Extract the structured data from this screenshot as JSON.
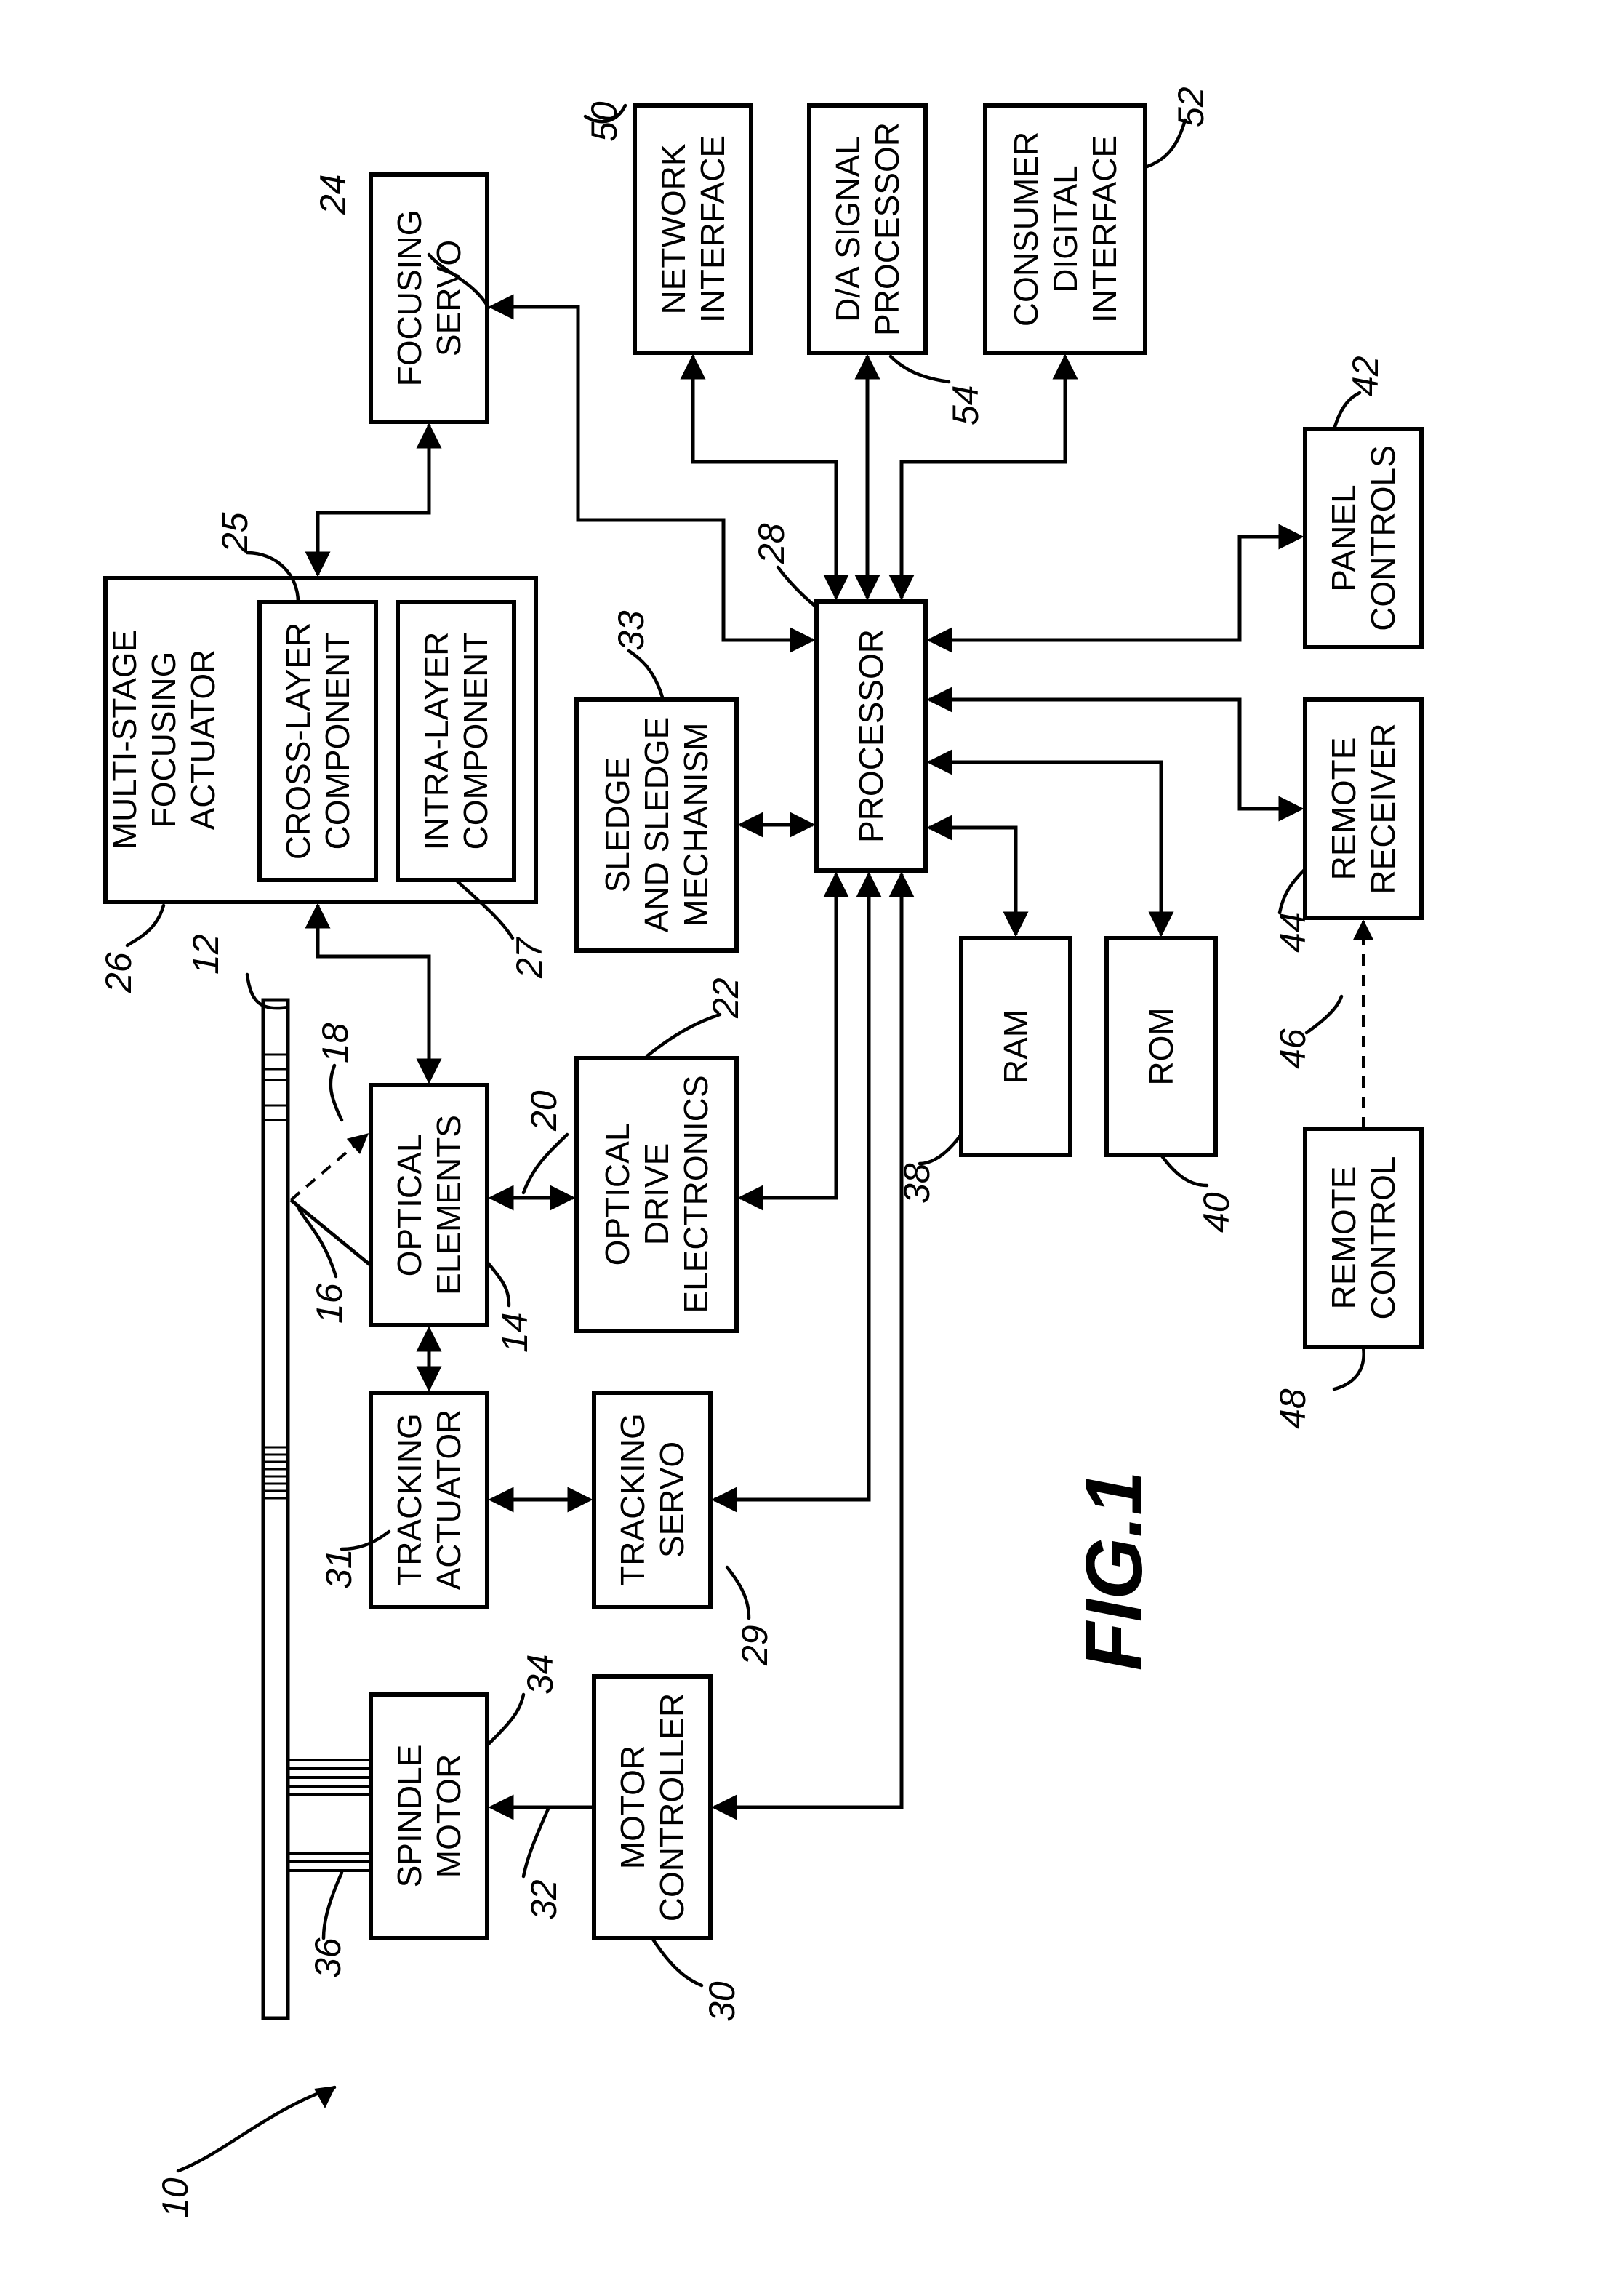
{
  "figure": {
    "caption": "FIG.1"
  },
  "blocks": {
    "focusing_servo": [
      "FOCUSING",
      "SERVO"
    ],
    "network_interface": [
      "NETWORK",
      "INTERFACE"
    ],
    "da_signal_processor": [
      "D/A SIGNAL",
      "PROCESSOR"
    ],
    "consumer_digital_interface": [
      "CONSUMER",
      "DIGITAL",
      "INTERFACE"
    ],
    "multistage_focusing_actuator": [
      "MULTI-STAGE",
      "FOCUSING",
      "ACTUATOR"
    ],
    "cross_layer_component": [
      "CROSS-LAYER",
      "COMPONENT"
    ],
    "intra_layer_component": [
      "INTRA-LAYER",
      "COMPONENT"
    ],
    "sledge_mechanism": [
      "SLEDGE",
      "AND SLEDGE",
      "MECHANISM"
    ],
    "processor": [
      "PROCESSOR"
    ],
    "panel_controls": [
      "PANEL",
      "CONTROLS"
    ],
    "remote_receiver": [
      "REMOTE",
      "RECEIVER"
    ],
    "optical_elements": [
      "OPTICAL",
      "ELEMENTS"
    ],
    "optical_drive_electronics": [
      "OPTICAL",
      "DRIVE",
      "ELECTRONICS"
    ],
    "ram": [
      "RAM"
    ],
    "rom": [
      "ROM"
    ],
    "tracking_actuator": [
      "TRACKING",
      "ACTUATOR"
    ],
    "tracking_servo": [
      "TRACKING",
      "SERVO"
    ],
    "remote_control": [
      "REMOTE",
      "CONTROL"
    ],
    "spindle_motor": [
      "SPINDLE",
      "MOTOR"
    ],
    "motor_controller": [
      "MOTOR",
      "CONTROLLER"
    ]
  },
  "refs": {
    "r10": "10",
    "r12": "12",
    "r14": "14",
    "r16": "16",
    "r18": "18",
    "r20": "20",
    "r22": "22",
    "r24": "24",
    "r25": "25",
    "r26": "26",
    "r27": "27",
    "r28": "28",
    "r29": "29",
    "r30": "30",
    "r31": "31",
    "r32": "32",
    "r33": "33",
    "r34": "34",
    "r36": "36",
    "r38": "38",
    "r40": "40",
    "r42": "42",
    "r44": "44",
    "r46": "46",
    "r48": "48",
    "r50": "50",
    "r52": "52",
    "r54": "54"
  }
}
